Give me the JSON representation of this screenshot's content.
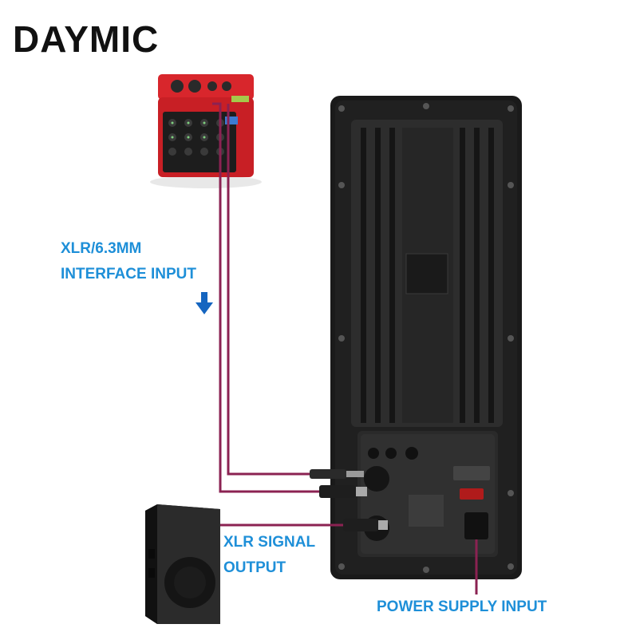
{
  "brand": {
    "name": "DAYMIC",
    "logo_icon": "microphone-icon"
  },
  "labels": {
    "interface_input": [
      "XLR/6.3MM",
      "INTERFACE INPUT"
    ],
    "signal_output": [
      "XLR SIGNAL",
      "OUTPUT"
    ],
    "power_input": "POWER SUPPLY INPUT"
  },
  "colors": {
    "label_blue": "#1e8fd8",
    "cable": "#8b2252",
    "arrow": "#1565c0",
    "mixer_red": "#d8262c",
    "panel": "#1a1a1a"
  },
  "icons": {
    "arrow": "down-arrow-icon"
  }
}
